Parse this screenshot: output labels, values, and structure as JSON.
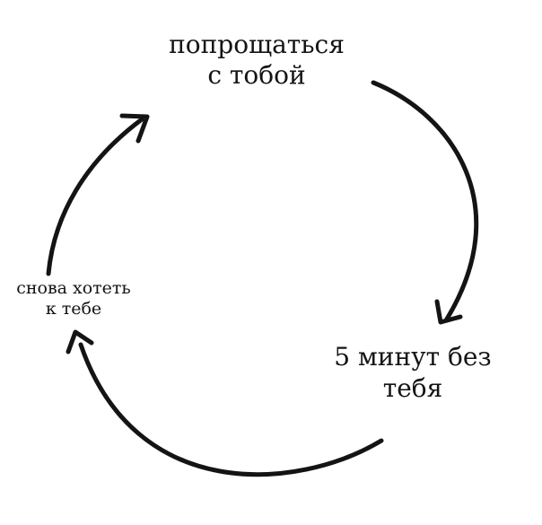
{
  "diagram": {
    "stroke_color": "#141414",
    "nodes": {
      "top": {
        "line1": "попрощаться",
        "line2": "с тобой"
      },
      "right": {
        "line1": "5 минут без",
        "line2": "тебя"
      },
      "left": {
        "line1": "снова хотеть",
        "line2": "к тебе"
      }
    },
    "edges": [
      {
        "from": "top",
        "to": "right",
        "icon": "curved-arrow-icon"
      },
      {
        "from": "right",
        "to": "left",
        "icon": "curved-arrow-icon"
      },
      {
        "from": "left",
        "to": "top",
        "icon": "curved-arrow-icon"
      }
    ]
  }
}
